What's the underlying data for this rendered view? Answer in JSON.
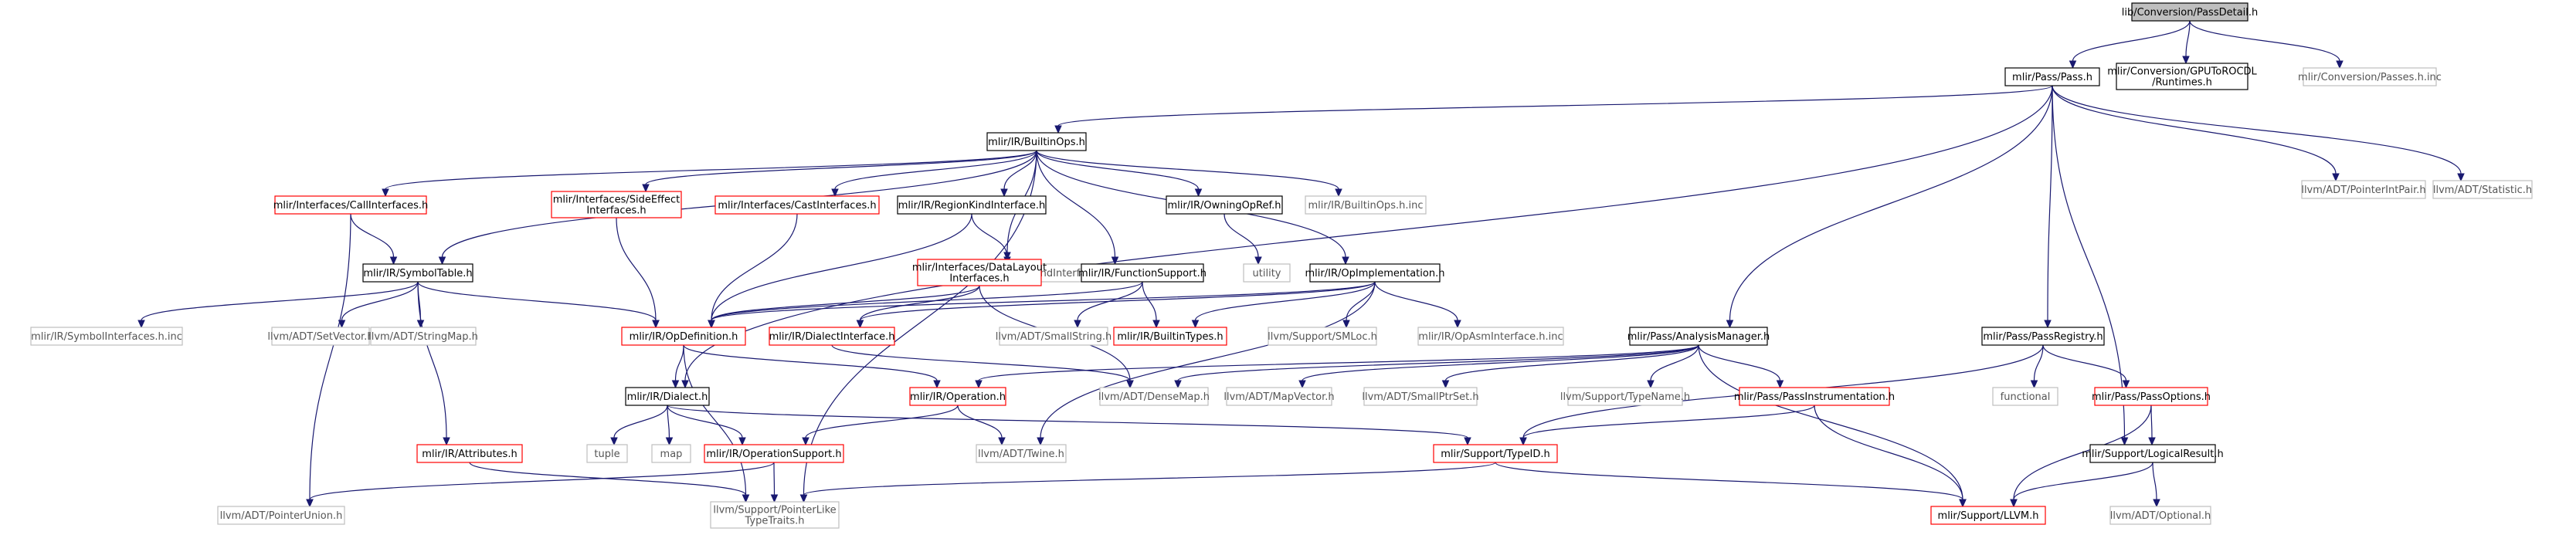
{
  "colors": {
    "root_fill": "#bfbfbf",
    "root_stroke": "#000000",
    "documented_stroke": "#000000",
    "red_stroke": "#ff0000",
    "external_stroke": "#bfbfbf",
    "external_text": "#555555",
    "text": "#000000",
    "edge": "#191970"
  },
  "nodes": [
    {
      "id": "n1",
      "lines": [
        "lib/Conversion/PassDetail.h"
      ],
      "style": "root"
    },
    {
      "id": "n2",
      "lines": [
        "mlir/Pass/Pass.h"
      ],
      "style": "documented"
    },
    {
      "id": "n3",
      "lines": [
        "mlir/Conversion/GPUToROCDL",
        "/Runtimes.h"
      ],
      "style": "documented"
    },
    {
      "id": "n4",
      "lines": [
        "mlir/Conversion/Passes.h.inc"
      ],
      "style": "external"
    },
    {
      "id": "n5",
      "lines": [
        "mlir/IR/BuiltinOps.h"
      ],
      "style": "documented"
    },
    {
      "id": "n6",
      "lines": [
        "llvm/ADT/PointerIntPair.h"
      ],
      "style": "external"
    },
    {
      "id": "n7",
      "lines": [
        "llvm/ADT/Statistic.h"
      ],
      "style": "external"
    },
    {
      "id": "n8",
      "lines": [
        "mlir/Interfaces/CallInterfaces.h"
      ],
      "style": "red"
    },
    {
      "id": "n9",
      "lines": [
        "mlir/Interfaces/SideEffect",
        "Interfaces.h"
      ],
      "style": "red"
    },
    {
      "id": "n10",
      "lines": [
        "mlir/Interfaces/CastInterfaces.h"
      ],
      "style": "red"
    },
    {
      "id": "n11",
      "lines": [
        "mlir/IR/RegionKindInterface.h"
      ],
      "style": "documented"
    },
    {
      "id": "n12",
      "lines": [
        "mlir/IR/OwningOpRef.h"
      ],
      "style": "documented"
    },
    {
      "id": "n13",
      "lines": [
        "mlir/IR/BuiltinOps.h.inc"
      ],
      "style": "external"
    },
    {
      "id": "n14",
      "lines": [
        "utility"
      ],
      "style": "external"
    },
    {
      "id": "n15",
      "lines": [
        "mlir/IR/RegionKindInterface.h.inc"
      ],
      "style": "external"
    },
    {
      "id": "n16",
      "lines": [
        "mlir/Interfaces/DataLayout",
        "Interfaces.h"
      ],
      "style": "red"
    },
    {
      "id": "n17",
      "lines": [
        "mlir/IR/FunctionSupport.h"
      ],
      "style": "documented"
    },
    {
      "id": "n18",
      "lines": [
        "mlir/IR/OpImplementation.h"
      ],
      "style": "documented"
    },
    {
      "id": "n19",
      "lines": [
        "mlir/IR/SymbolTable.h"
      ],
      "style": "documented"
    },
    {
      "id": "n20",
      "lines": [
        "mlir/IR/SymbolInterfaces.h.inc"
      ],
      "style": "external"
    },
    {
      "id": "n21",
      "lines": [
        "llvm/ADT/SetVector.h"
      ],
      "style": "external"
    },
    {
      "id": "n22",
      "lines": [
        "llvm/ADT/StringMap.h"
      ],
      "style": "external"
    },
    {
      "id": "n23",
      "lines": [
        "mlir/IR/OpDefinition.h"
      ],
      "style": "red"
    },
    {
      "id": "n24",
      "lines": [
        "mlir/IR/DialectInterface.h"
      ],
      "style": "red"
    },
    {
      "id": "n25",
      "lines": [
        "llvm/ADT/SmallString.h"
      ],
      "style": "external"
    },
    {
      "id": "n26",
      "lines": [
        "mlir/IR/BuiltinTypes.h"
      ],
      "style": "red"
    },
    {
      "id": "n27",
      "lines": [
        "llvm/Support/SMLoc.h"
      ],
      "style": "external"
    },
    {
      "id": "n28",
      "lines": [
        "mlir/IR/OpAsmInterface.h.inc"
      ],
      "style": "external"
    },
    {
      "id": "n29",
      "lines": [
        "mlir/Pass/AnalysisManager.h"
      ],
      "style": "documented"
    },
    {
      "id": "n30",
      "lines": [
        "mlir/Pass/PassRegistry.h"
      ],
      "style": "documented"
    },
    {
      "id": "n31",
      "lines": [
        "mlir/IR/Dialect.h"
      ],
      "style": "documented"
    },
    {
      "id": "n32",
      "lines": [
        "mlir/IR/Operation.h"
      ],
      "style": "red"
    },
    {
      "id": "n33",
      "lines": [
        "llvm/ADT/DenseMap.h"
      ],
      "style": "external"
    },
    {
      "id": "n34",
      "lines": [
        "llvm/ADT/MapVector.h"
      ],
      "style": "external"
    },
    {
      "id": "n35",
      "lines": [
        "llvm/ADT/SmallPtrSet.h"
      ],
      "style": "external"
    },
    {
      "id": "n36",
      "lines": [
        "llvm/Support/TypeName.h"
      ],
      "style": "external"
    },
    {
      "id": "n37",
      "lines": [
        "mlir/Pass/PassInstrumentation.h"
      ],
      "style": "red"
    },
    {
      "id": "n38",
      "lines": [
        "functional"
      ],
      "style": "external"
    },
    {
      "id": "n39",
      "lines": [
        "mlir/Pass/PassOptions.h"
      ],
      "style": "red"
    },
    {
      "id": "n40",
      "lines": [
        "mlir/IR/Attributes.h"
      ],
      "style": "red"
    },
    {
      "id": "n41",
      "lines": [
        "tuple"
      ],
      "style": "external"
    },
    {
      "id": "n42",
      "lines": [
        "map"
      ],
      "style": "external"
    },
    {
      "id": "n43",
      "lines": [
        "mlir/IR/OperationSupport.h"
      ],
      "style": "red"
    },
    {
      "id": "n44",
      "lines": [
        "llvm/ADT/Twine.h"
      ],
      "style": "external"
    },
    {
      "id": "n45",
      "lines": [
        "mlir/Support/TypeID.h"
      ],
      "style": "red"
    },
    {
      "id": "n46",
      "lines": [
        "mlir/Support/LogicalResult.h"
      ],
      "style": "documented"
    },
    {
      "id": "n47",
      "lines": [
        "llvm/ADT/PointerUnion.h"
      ],
      "style": "external"
    },
    {
      "id": "n48",
      "lines": [
        "llvm/Support/PointerLike",
        "TypeTraits.h"
      ],
      "style": "external"
    },
    {
      "id": "n49",
      "lines": [
        "mlir/Support/LLVM.h"
      ],
      "style": "red"
    },
    {
      "id": "n50",
      "lines": [
        "llvm/ADT/Optional.h"
      ],
      "style": "external"
    }
  ],
  "edges": [
    [
      "n1",
      "n2"
    ],
    [
      "n1",
      "n3"
    ],
    [
      "n1",
      "n4"
    ],
    [
      "n2",
      "n5"
    ],
    [
      "n2",
      "n6"
    ],
    [
      "n2",
      "n7"
    ],
    [
      "n2",
      "n29"
    ],
    [
      "n2",
      "n30"
    ],
    [
      "n2",
      "n46"
    ],
    [
      "n2",
      "n31"
    ],
    [
      "n5",
      "n8"
    ],
    [
      "n5",
      "n9"
    ],
    [
      "n5",
      "n10"
    ],
    [
      "n5",
      "n11"
    ],
    [
      "n5",
      "n12"
    ],
    [
      "n5",
      "n13"
    ],
    [
      "n5",
      "n16"
    ],
    [
      "n5",
      "n17"
    ],
    [
      "n5",
      "n18"
    ],
    [
      "n5",
      "n19"
    ],
    [
      "n5",
      "n48"
    ],
    [
      "n8",
      "n19"
    ],
    [
      "n8",
      "n47"
    ],
    [
      "n9",
      "n23"
    ],
    [
      "n10",
      "n23"
    ],
    [
      "n11",
      "n15"
    ],
    [
      "n11",
      "n23"
    ],
    [
      "n12",
      "n14"
    ],
    [
      "n16",
      "n23"
    ],
    [
      "n16",
      "n24"
    ],
    [
      "n16",
      "n33"
    ],
    [
      "n17",
      "n23"
    ],
    [
      "n17",
      "n25"
    ],
    [
      "n17",
      "n26"
    ],
    [
      "n18",
      "n23"
    ],
    [
      "n18",
      "n24"
    ],
    [
      "n18",
      "n26"
    ],
    [
      "n18",
      "n27"
    ],
    [
      "n18",
      "n28"
    ],
    [
      "n18",
      "n44"
    ],
    [
      "n19",
      "n20"
    ],
    [
      "n19",
      "n21"
    ],
    [
      "n19",
      "n22"
    ],
    [
      "n19",
      "n23"
    ],
    [
      "n19",
      "n40"
    ],
    [
      "n23",
      "n31"
    ],
    [
      "n23",
      "n32"
    ],
    [
      "n23",
      "n48"
    ],
    [
      "n24",
      "n33"
    ],
    [
      "n29",
      "n32"
    ],
    [
      "n29",
      "n33"
    ],
    [
      "n29",
      "n34"
    ],
    [
      "n29",
      "n35"
    ],
    [
      "n29",
      "n36"
    ],
    [
      "n29",
      "n37"
    ],
    [
      "n29",
      "n49"
    ],
    [
      "n30",
      "n38"
    ],
    [
      "n30",
      "n39"
    ],
    [
      "n30",
      "n45"
    ],
    [
      "n31",
      "n41"
    ],
    [
      "n31",
      "n42"
    ],
    [
      "n31",
      "n43"
    ],
    [
      "n31",
      "n45"
    ],
    [
      "n32",
      "n43"
    ],
    [
      "n32",
      "n44"
    ],
    [
      "n37",
      "n45"
    ],
    [
      "n37",
      "n49"
    ],
    [
      "n39",
      "n46"
    ],
    [
      "n39",
      "n49"
    ],
    [
      "n40",
      "n48"
    ],
    [
      "n43",
      "n47"
    ],
    [
      "n43",
      "n48"
    ],
    [
      "n45",
      "n48"
    ],
    [
      "n45",
      "n49"
    ],
    [
      "n46",
      "n49"
    ],
    [
      "n46",
      "n50"
    ]
  ]
}
